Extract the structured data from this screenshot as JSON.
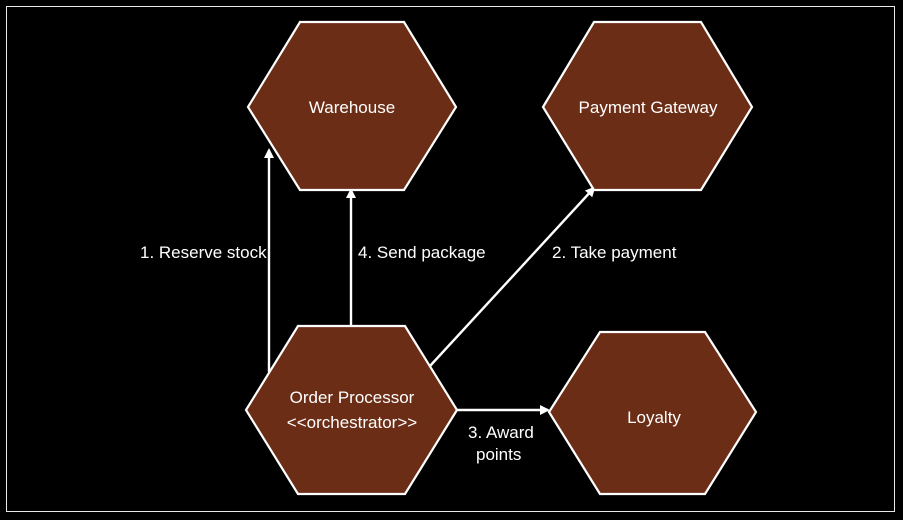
{
  "colors": {
    "background": "#000000",
    "node_fill": "#6b2d16",
    "node_stroke": "#ffffff",
    "edge": "#ffffff",
    "text": "#ffffff"
  },
  "nodes": {
    "warehouse": {
      "label": "Warehouse"
    },
    "payment_gateway": {
      "label": "Payment Gateway"
    },
    "order_processor": {
      "label_line1": "Order Processor",
      "label_line2": "<<orchestrator>>"
    },
    "loyalty": {
      "label": "Loyalty"
    }
  },
  "edges": {
    "reserve_stock": {
      "label": "1. Reserve stock"
    },
    "take_payment": {
      "label": "2. Take payment"
    },
    "award_points": {
      "label_line1": "3. Award",
      "label_line2": "points"
    },
    "send_package": {
      "label": "4. Send package"
    }
  }
}
